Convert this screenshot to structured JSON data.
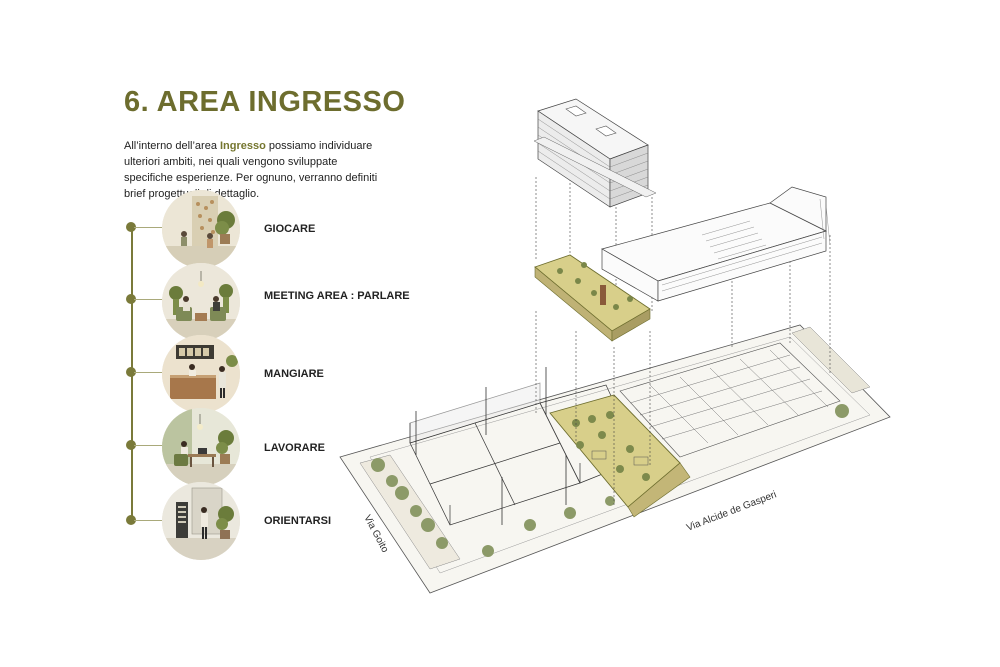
{
  "header": {
    "title": "6. AREA INGRESSO",
    "intro_pre": "All’interno dell’area ",
    "intro_highlight": "Ingresso",
    "intro_post": " possiamo individuare ulteriori ambiti, nei quali vengono sviluppate specifiche esperienze. Per ognuno, verranno definiti brief progettuali di dettaglio."
  },
  "activities": [
    {
      "label": "GIOCARE",
      "icon": "children-playing-illustration"
    },
    {
      "label": "MEETING AREA : PARLARE",
      "icon": "meeting-illustration"
    },
    {
      "label": "MANGIARE",
      "icon": "cafe-counter-illustration"
    },
    {
      "label": "LAVORARE",
      "icon": "working-desk-illustration"
    },
    {
      "label": "ORIENTARSI",
      "icon": "info-totem-illustration"
    }
  ],
  "map": {
    "street_left": "Via Goito",
    "street_bottom": "Via Alcide de Gasperi"
  },
  "colors": {
    "accent": "#6d6d2e",
    "highlight_area": "#d8cf8a",
    "line": "#7a7a3a"
  }
}
